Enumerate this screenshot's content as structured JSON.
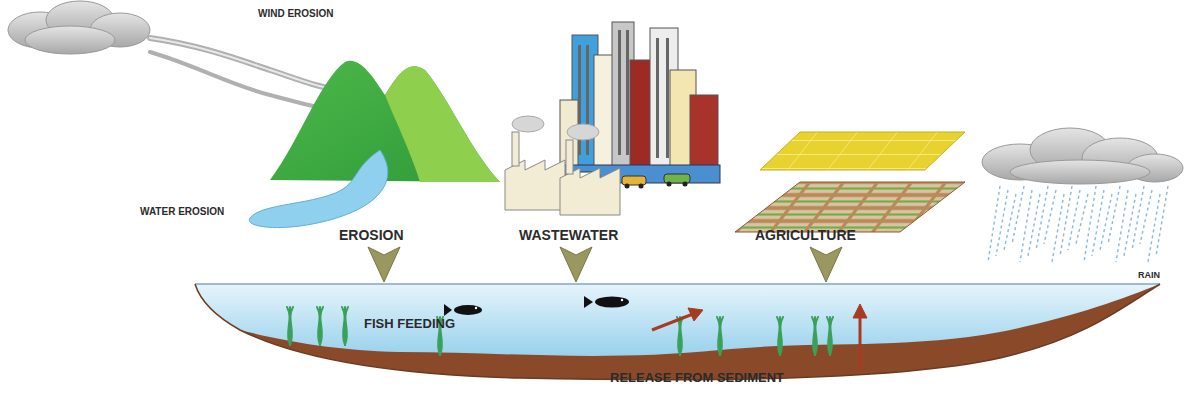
{
  "diagram": {
    "labels": [
      "WIND EROSION",
      "WATER EROSION",
      "EROSION",
      "WASTEWATER",
      "AGRICULTURE",
      "RAIN",
      "FISH FEEDING",
      "RELEASE FROM SEDIMENT"
    ]
  }
}
